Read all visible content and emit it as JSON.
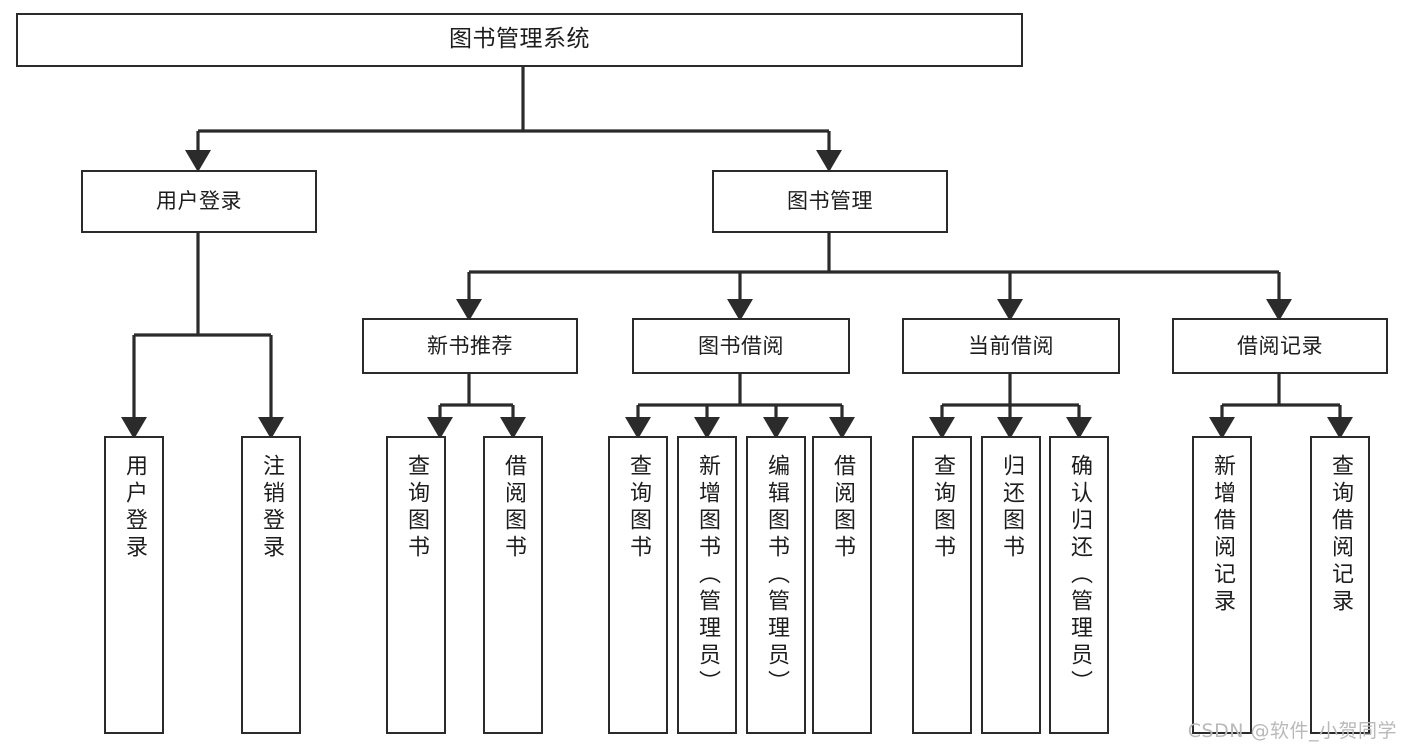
{
  "diagram": {
    "type": "tree",
    "title": "图书管理系统",
    "watermark": "CSDN @软件_小贺同学",
    "colors": {
      "background": "#ffffff",
      "box_border": "#2b2b2b",
      "connector": "#2b2b2b",
      "text": "#1d1d1d",
      "watermark": "#b9b9b9"
    },
    "root": {
      "label": "图书管理系统"
    },
    "level2": [
      {
        "id": "user-login",
        "label": "用户登录"
      },
      {
        "id": "book-manage",
        "label": "图书管理"
      }
    ],
    "level3": [
      {
        "id": "new-book-recommend",
        "label": "新书推荐",
        "parent": "book-manage"
      },
      {
        "id": "book-borrow",
        "label": "图书借阅",
        "parent": "book-manage"
      },
      {
        "id": "current-borrow",
        "label": "当前借阅",
        "parent": "book-manage"
      },
      {
        "id": "borrow-record",
        "label": "借阅记录",
        "parent": "book-manage"
      }
    ],
    "leaves": [
      {
        "id": "leaf-user-login",
        "label": "用户登录",
        "parent": "user-login"
      },
      {
        "id": "leaf-user-logout",
        "label": "注销登录",
        "parent": "user-login"
      },
      {
        "id": "leaf-query-book-1",
        "label": "查询图书",
        "parent": "new-book-recommend"
      },
      {
        "id": "leaf-borrow-book-1",
        "label": "借阅图书",
        "parent": "new-book-recommend"
      },
      {
        "id": "leaf-query-book-2",
        "label": "查询图书",
        "parent": "book-borrow"
      },
      {
        "id": "leaf-add-book",
        "label": "新增图书（管理员）",
        "parent": "book-borrow"
      },
      {
        "id": "leaf-edit-book",
        "label": "编辑图书（管理员）",
        "parent": "book-borrow"
      },
      {
        "id": "leaf-borrow-book-2",
        "label": "借阅图书",
        "parent": "book-borrow"
      },
      {
        "id": "leaf-query-book-3",
        "label": "查询图书",
        "parent": "current-borrow"
      },
      {
        "id": "leaf-return-book",
        "label": "归还图书",
        "parent": "current-borrow"
      },
      {
        "id": "leaf-confirm-return",
        "label": "确认归还（管理员）",
        "parent": "current-borrow"
      },
      {
        "id": "leaf-add-record",
        "label": "新增借阅记录",
        "parent": "borrow-record"
      },
      {
        "id": "leaf-query-record",
        "label": "查询借阅记录",
        "parent": "borrow-record"
      }
    ]
  }
}
